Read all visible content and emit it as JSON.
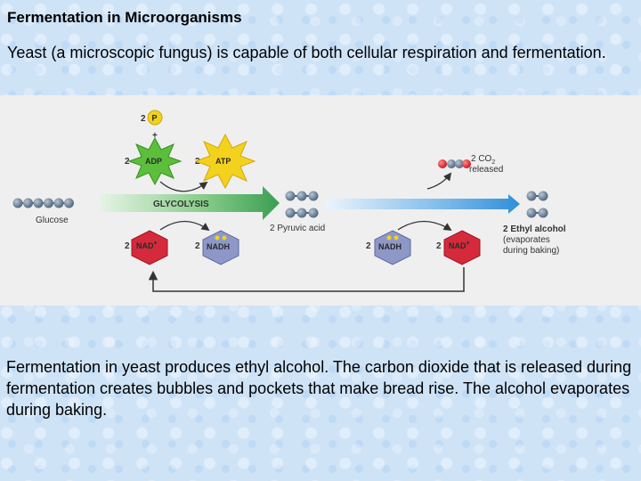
{
  "slide": {
    "title": "Fermentation in Microorganisms",
    "intro": "Yeast (a microscopic fungus) is capable of both cellular respiration and fermentation.",
    "caption": "Fermentation in yeast produces ethyl alcohol. The carbon dioxide that is released during fermentation creates bubbles and pockets that make bread rise. The alcohol evaporates during baking."
  },
  "diagram": {
    "phosphate": {
      "count": "2",
      "symbol": "P",
      "plus": "+"
    },
    "adp": {
      "count": "2",
      "label": "ADP"
    },
    "atp": {
      "count": "2",
      "label": "ATP"
    },
    "glucose_label": "Glucose",
    "glycolysis_label": "GLYCOLYSIS",
    "pyruvic_label": "2 Pyruvic acid",
    "co2": {
      "label_prefix": "2 CO",
      "label_sub": "2",
      "label_line2": "released"
    },
    "ethyl": {
      "line1": "2 Ethyl alcohol",
      "line2": "(evaporates",
      "line3": "during baking)"
    },
    "nad_left": {
      "count": "2",
      "label": "NAD",
      "sup": "+"
    },
    "nadh_left": {
      "count": "2",
      "label": "NADH"
    },
    "nadh_right": {
      "count": "2",
      "label": "NADH"
    },
    "nad_right": {
      "count": "2",
      "label": "NAD",
      "sup": "+"
    },
    "colors": {
      "glycolysis_arrow": "#4aa862",
      "fermentation_arrow": "#2f8fd8",
      "adp": "#5cbf3c",
      "atp": "#f2d21c",
      "nad": "#d42a3c",
      "nadh": "#8e98c8",
      "molecule": "#5f7286"
    }
  }
}
